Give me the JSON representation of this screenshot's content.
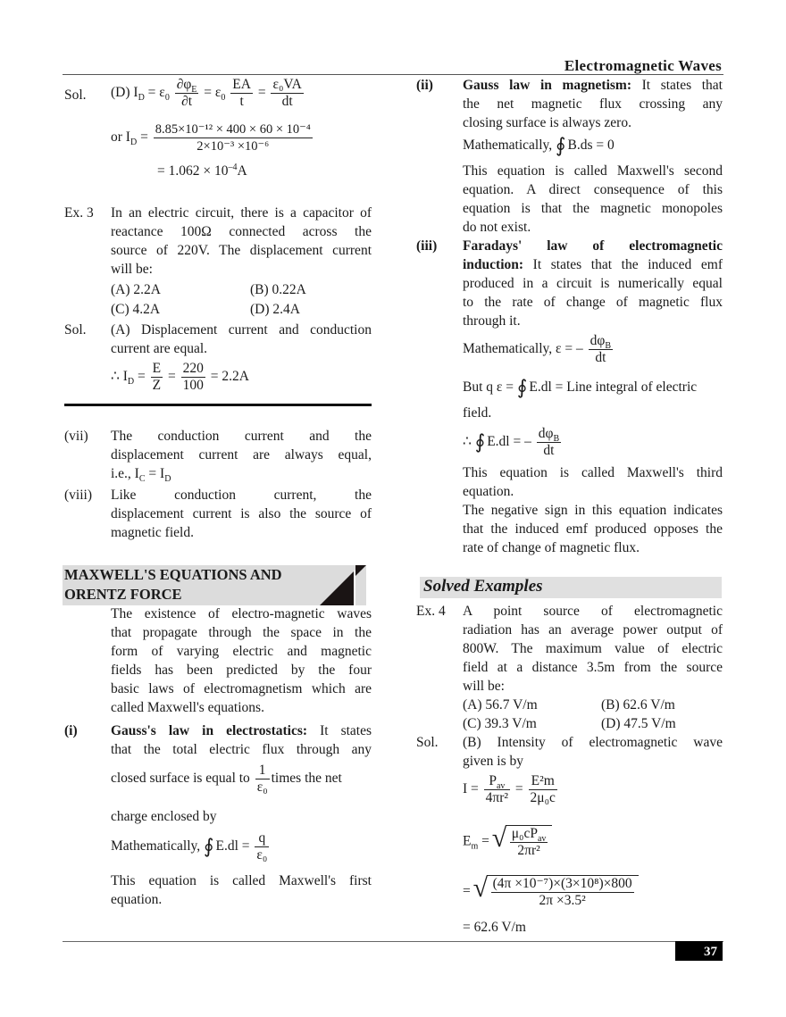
{
  "header": {
    "title": "Electromagnetic Waves"
  },
  "left": {
    "sol_d": {
      "label": "Sol.",
      "eq1_prefix": "(D) I",
      "eq1_sub": "D",
      "eq1_mid": " = ε",
      "eq1_frac1_n": "∂φ",
      "eq1_frac1_nsub": "E",
      "eq1_frac1_d": "∂t",
      "eq1_eq2": "= ε",
      "eq1_frac2_n": "EA",
      "eq1_frac2_d": "t",
      "eq1_eq3": "=",
      "eq1_frac3_n": "ε₀VA",
      "eq1_frac3_d": "dt",
      "eq2_prefix": "or I",
      "eq2_sub": "D",
      "eq2_eq": " =",
      "eq2_num": "8.85×10⁻¹² × 400 × 60 × 10⁻⁴",
      "eq2_den": "2×10⁻³ ×10⁻⁶",
      "eq3": "= 1.062 × 10",
      "eq3_sup": "–4",
      "eq3_unit": "A"
    },
    "ex3": {
      "label": "Ex. 3",
      "lines": [
        "In an electric circuit, there is a capacitor of",
        "reactance 100Ω    connected across the",
        "source of 220V. The displacement current",
        "will be:"
      ],
      "options": [
        "(A) 2.2A",
        "(B) 0.22A",
        "(C) 4.2A",
        "(D) 2.4A"
      ],
      "sol_label": "Sol.",
      "sol_lines": [
        "(A) Displacement current and conduction",
        "current are equal."
      ],
      "eq_prefix": "∴ I",
      "eq_sub": "D",
      "eq_eq": " =",
      "frac1_n": "E",
      "frac1_d": "Z",
      "frac2_n": "220",
      "frac2_d": "100",
      "eq_result": "= 2.2A"
    },
    "points": [
      {
        "label": "(vii)",
        "lines": [
          "The conduction current and the",
          "displacement current are always equal,",
          "i.e., I"
        ],
        "tail_sub1": "C",
        "tail_mid": " = I",
        "tail_sub2": "D"
      },
      {
        "label": "(viii)",
        "lines": [
          "Like conduction current, the",
          "displacement current is also the source of",
          "magnetic field."
        ]
      }
    ],
    "section": {
      "title_line1": "MAXWELL'S EQUATIONS AND",
      "title_line2": "ORENTZ FORCE"
    },
    "intro_lines": [
      "The existence of electro-magnetic waves",
      "that propagate through the space in the",
      "form of varying electric and magnetic",
      "fields has been predicted by the four",
      "basic laws of electromagnetism which are",
      "called Maxwell's equations."
    ],
    "law_i": {
      "label": "(i)",
      "bold": "Gauss's law in electrostatics:",
      "line1_rest": " It states",
      "line2": "that the total electric flux through any",
      "line3_pre": "closed surface is equal to",
      "frac_n": "1",
      "frac_d": "ε₀",
      "line3_post": "times the net",
      "line4": "charge enclosed by",
      "math_label": "Mathematically,",
      "math_expr": "E.dl =",
      "math_frac_n": "q",
      "math_frac_d": "ε₀",
      "note_lines": [
        "This equation is called Maxwell's first",
        "equation."
      ]
    }
  },
  "right": {
    "law_ii": {
      "label": "(ii)",
      "bold": "Gauss law in magnetism:",
      "line1_rest": " It states that",
      "lines": [
        "the net magnetic flux crossing any",
        "closing surface is always zero."
      ],
      "math_label": "Mathematically,",
      "math_expr": "B.ds = 0",
      "note_lines": [
        "This equation is called Maxwell's second",
        "equation. A direct consequence of this",
        "equation is that the magnetic monopoles",
        "do not exist."
      ]
    },
    "law_iii": {
      "label": "(iii)",
      "bold_line1": "Faradays' law of electromagnetic",
      "bold_line2": "induction:",
      "line2_rest": " It states that the induced emf",
      "lines": [
        "produced in a circuit is numerically equal",
        "to the rate of change of magnetic flux",
        "through it."
      ],
      "math_label": "Mathematically,",
      "math_lhs": "ε = –",
      "math_frac_n": "dφ",
      "math_frac_nsub": "B",
      "math_frac_d": "dt",
      "but_pre": "But q ε =",
      "but_expr": "E.dl",
      "but_post": "= Line integral of electric",
      "but_line2": "field.",
      "therefore_pre": "∴",
      "therefore_expr": "E.dl = –",
      "therefore_frac_n": "dφ",
      "therefore_frac_nsub": "B",
      "therefore_frac_d": "dt",
      "note_lines": [
        "This equation is called Maxwell's third",
        "equation.",
        "The negative sign in this equation indicates",
        "that the induced emf produced opposes the",
        "rate of change of magnetic flux."
      ]
    },
    "solved_title": "Solved Examples",
    "ex4": {
      "label": "Ex. 4",
      "lines": [
        "A point source of electromagnetic",
        "radiation has an average power output of",
        "800W. The maximum value of electric",
        "field at a distance 3.5m from the source",
        "will be:"
      ],
      "options": [
        "(A) 56.7 V/m",
        "(B) 62.6 V/m",
        "(C) 39.3 V/m",
        "(D) 47.5 V/m"
      ],
      "sol_label": "Sol.",
      "sol_lines": [
        "(B) Intensity of electromagnetic wave",
        "given is by"
      ],
      "i_lhs": "I =",
      "i_frac1_n": "P",
      "i_frac1_nsub": "av",
      "i_frac1_d": "4πr²",
      "i_eq": "=",
      "i_frac2_n": "E²m",
      "i_frac2_d": "2μ₀c",
      "em_lhs": "E",
      "em_sub": "m",
      "em_eq": " =",
      "em_num": "μ₀cP",
      "em_num_sub": "av",
      "em_den": "2πr²",
      "calc_eq": "=",
      "calc_num": "(4π ×10⁻⁷)×(3×10⁸)×800",
      "calc_den": "2π ×3.5²",
      "result": "= 62.6 V/m"
    }
  },
  "footer": {
    "page_number": "37"
  },
  "colors": {
    "section_bg": "#dcdcdc",
    "solved_bg": "#e0e0e0",
    "page_badge": "#000000"
  }
}
